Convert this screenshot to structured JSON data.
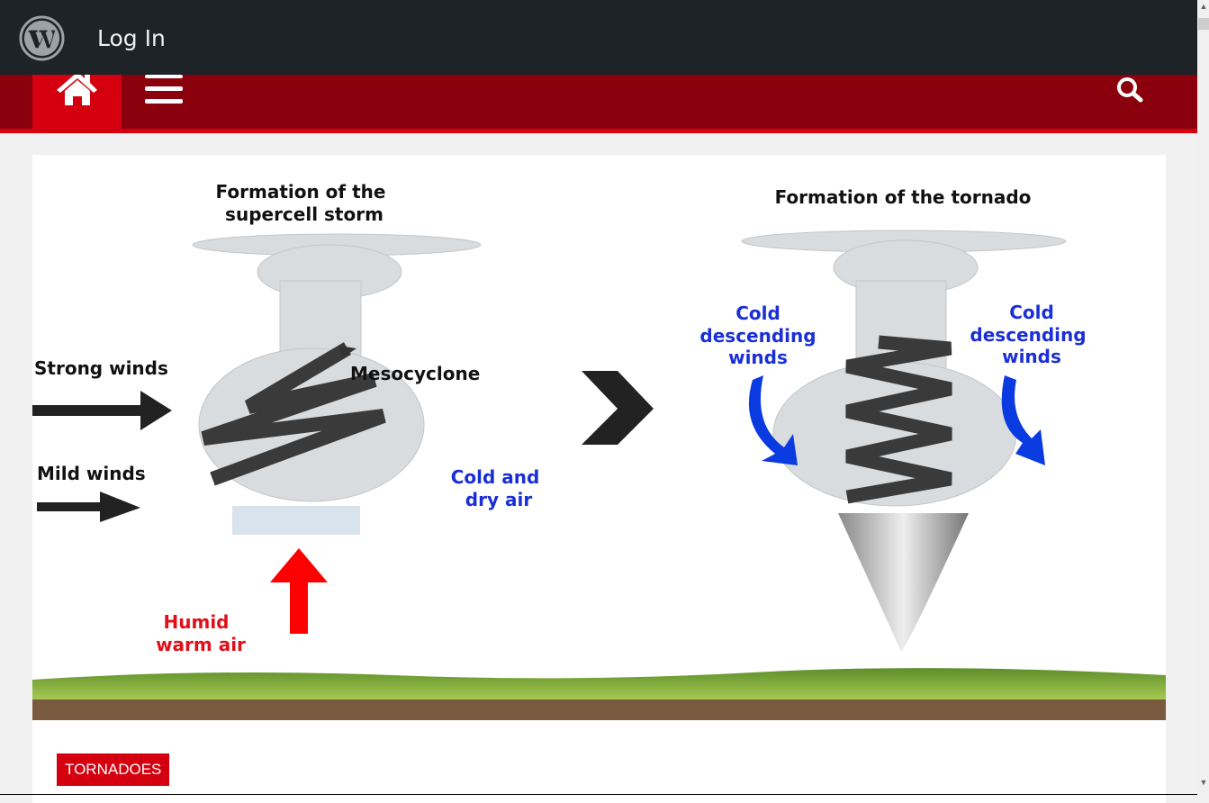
{
  "adminbar": {
    "login_label": "Log In",
    "logo_icon": "wordpress-icon"
  },
  "nav": {
    "home_icon": "home-icon",
    "menu_icon": "hamburger-menu-icon",
    "search_icon": "search-icon"
  },
  "figure": {
    "left_title_1": "Formation of the",
    "left_title_2": "supercell storm",
    "right_title": "Formation of the tornado",
    "strong_winds": "Strong winds",
    "mild_winds": "Mild winds",
    "mesocyclone": "Mesocyclone",
    "cold_dry_1": "Cold and",
    "cold_dry_2": "dry air",
    "humid_1": "Humid",
    "humid_2": "warm air",
    "cold_desc_1": "Cold",
    "cold_desc_2": "descending",
    "cold_desc_3": "winds"
  },
  "post": {
    "category": "TORNADOES"
  },
  "colors": {
    "adminbar": "#1d2327",
    "nav": "#8b000d",
    "accent": "#d4000f",
    "blue_text": "#1a2fd6",
    "red_text": "#e0101a"
  }
}
